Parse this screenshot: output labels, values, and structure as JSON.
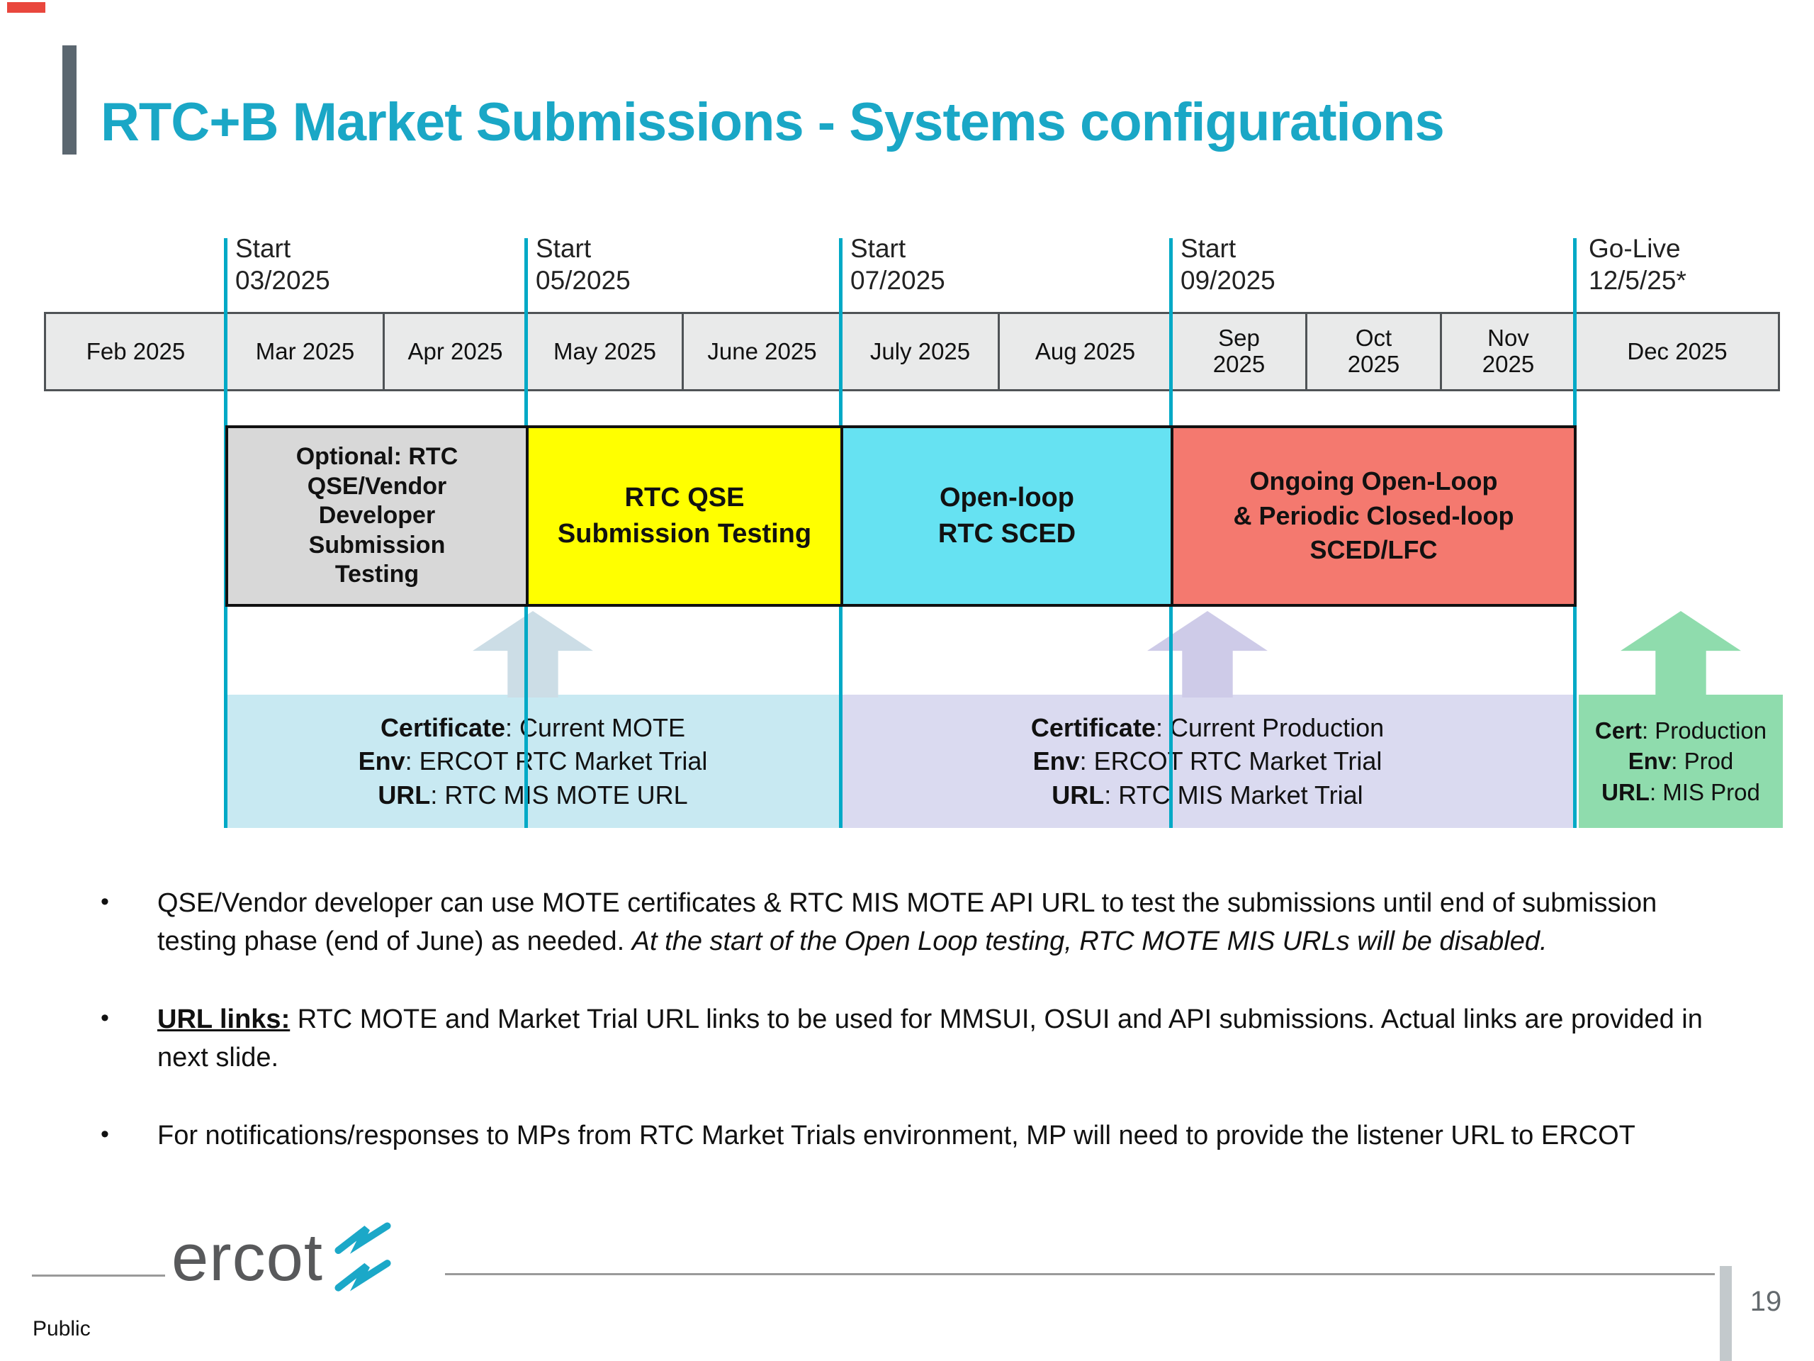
{
  "slide": {
    "title": "RTC+B Market Submissions - Systems configurations",
    "title_color": "#1aa7c6",
    "classification": "Public",
    "page_number": "19"
  },
  "logo": {
    "text": "ercot",
    "bolt_color": "#1ba8c8"
  },
  "timeline": {
    "marker_color": "#00a9c6",
    "months": [
      "Feb 2025",
      "Mar 2025",
      "Apr 2025",
      "May 2025",
      "June 2025",
      "July 2025",
      "Aug 2025",
      "Sep 2025",
      "Oct 2025",
      "Nov 2025",
      "Dec 2025"
    ],
    "milestones": [
      "Start\n03/2025",
      "Start\n05/2025",
      "Start\n07/2025",
      "Start\n09/2025",
      "Go-Live\n12/5/25*"
    ]
  },
  "phases": [
    {
      "label": "Optional: RTC\nQSE/Vendor\nDeveloper\nSubmission\nTesting",
      "color": "#d8d8d8"
    },
    {
      "label": "RTC QSE\nSubmission Testing",
      "color": "#ffff00"
    },
    {
      "label": "Open-loop\nRTC SCED",
      "color": "#66e2f2"
    },
    {
      "label": "Ongoing Open-Loop\n& Periodic Closed-loop\nSCED/LFC",
      "color": "#f4796f"
    }
  ],
  "environments": [
    {
      "color": "#c8e9f2",
      "arrow_color": "#ccdde6",
      "lines": [
        {
          "label": "Certificate",
          "text": ": Current MOTE"
        },
        {
          "label": "Env",
          "text": ": ERCOT RTC Market Trial"
        },
        {
          "label": "URL",
          "text": ": RTC MIS MOTE URL"
        }
      ]
    },
    {
      "color": "#dadaf0",
      "arrow_color": "#cecbe8",
      "lines": [
        {
          "label": "Certificate",
          "text": ": Current Production"
        },
        {
          "label": "Env",
          "text": ": ERCOT RTC Market Trial"
        },
        {
          "label": "URL",
          "text": ": RTC MIS Market Trial"
        }
      ]
    },
    {
      "color": "#8fdcad",
      "arrow_color": "#8fdcad",
      "lines": [
        {
          "label": "Cert",
          "text": ": Production"
        },
        {
          "label": "Env",
          "text": ": Prod"
        },
        {
          "label": "URL",
          "text": ": MIS Prod"
        }
      ]
    }
  ],
  "bullets": [
    {
      "normal": "QSE/Vendor developer can use MOTE certificates & RTC MIS MOTE API URL to test the submissions until end of submission testing phase (end of June) as needed. ",
      "italic": "At the start of the Open Loop testing, RTC MOTE MIS URLs will be disabled."
    },
    {
      "lead": "URL links:",
      "normal": " RTC MOTE and Market Trial URL links to be used for MMSUI, OSUI and API submissions. Actual links are provided in next slide."
    },
    {
      "normal": "For notifications/responses to MPs from RTC Market Trials environment, MP will need to provide the listener URL to ERCOT"
    }
  ]
}
